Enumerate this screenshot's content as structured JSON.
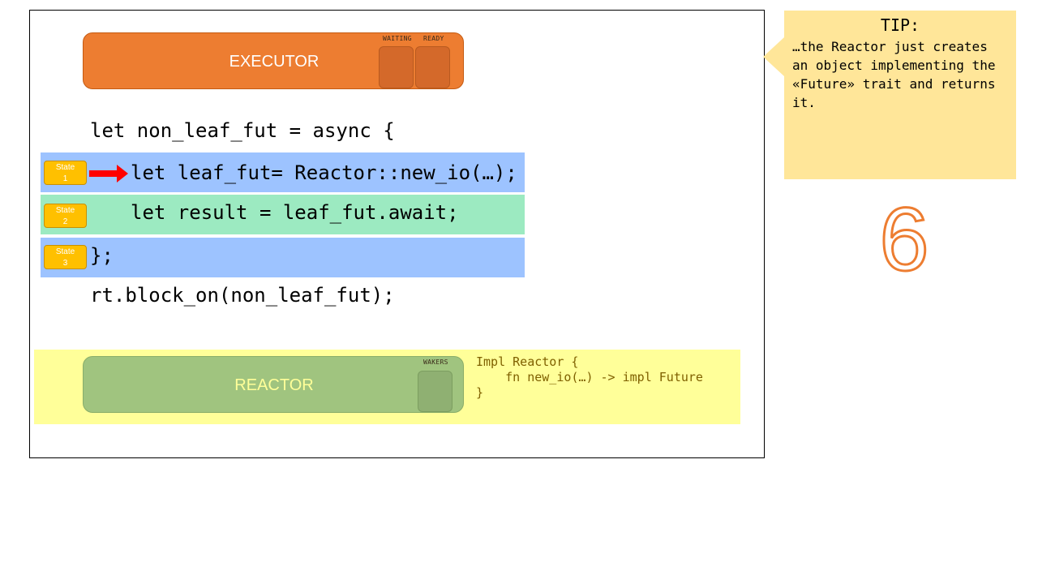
{
  "executor": {
    "title": "EXECUTOR",
    "waiting_label": "WAITING",
    "ready_label": "READY"
  },
  "code": {
    "line_open": "let non_leaf_fut = async {",
    "line_state1": "let leaf_fut= Reactor::new_io(…);",
    "line_state2": "let result = leaf_fut.await;",
    "line_close": "};",
    "line_block_on": "rt.block_on(non_leaf_fut);"
  },
  "states": [
    {
      "label": "State",
      "num": "1"
    },
    {
      "label": "State",
      "num": "2"
    },
    {
      "label": "State",
      "num": "3"
    }
  ],
  "reactor": {
    "title": "REACTOR",
    "wakers_label": "WAKERS",
    "impl_code": "Impl Reactor {\n    fn new_io(…) -> impl Future\n}"
  },
  "tip": {
    "title": "TIP:",
    "body": "…the Reactor just creates\nan object implementing the\n«Future» trait and returns\nit."
  },
  "slide_number": "6",
  "colors": {
    "executor": "#ed7d31",
    "reactor": "#a0c47f",
    "band_blue": "#9dc3ff",
    "band_green": "#9ceac1",
    "state_badge": "#ffc000",
    "tip": "#ffe699",
    "arrow": "#ff0000",
    "slide_number": "#ed7d31"
  }
}
